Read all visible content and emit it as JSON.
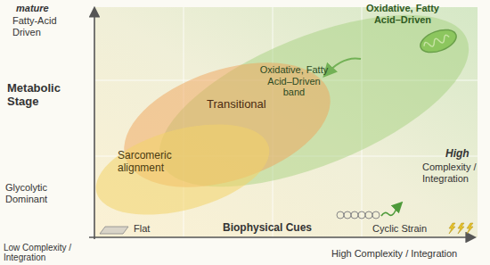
{
  "diagram": {
    "nodes": [
      {
        "text": [
          "Oxidative, Fatty Acid–Driven band"
        ]
      },
      {
        "text": [
          "Transitional"
        ]
      },
      {
        "text": [
          "Sarcomeric alignment"
        ]
      }
    ],
    "labels": [
      "mature",
      "Fatty-Acid Driven",
      "Metabolic Stage",
      "Glycolytic Dominant",
      "Oxidative, Fatty Acid–Driven",
      "Flat",
      "Biophysical Cues",
      "Cyclic Strain",
      "High",
      "Complexity / Integration",
      "Low Complexity / Integration",
      "High Complexity / Integration"
    ]
  }
}
